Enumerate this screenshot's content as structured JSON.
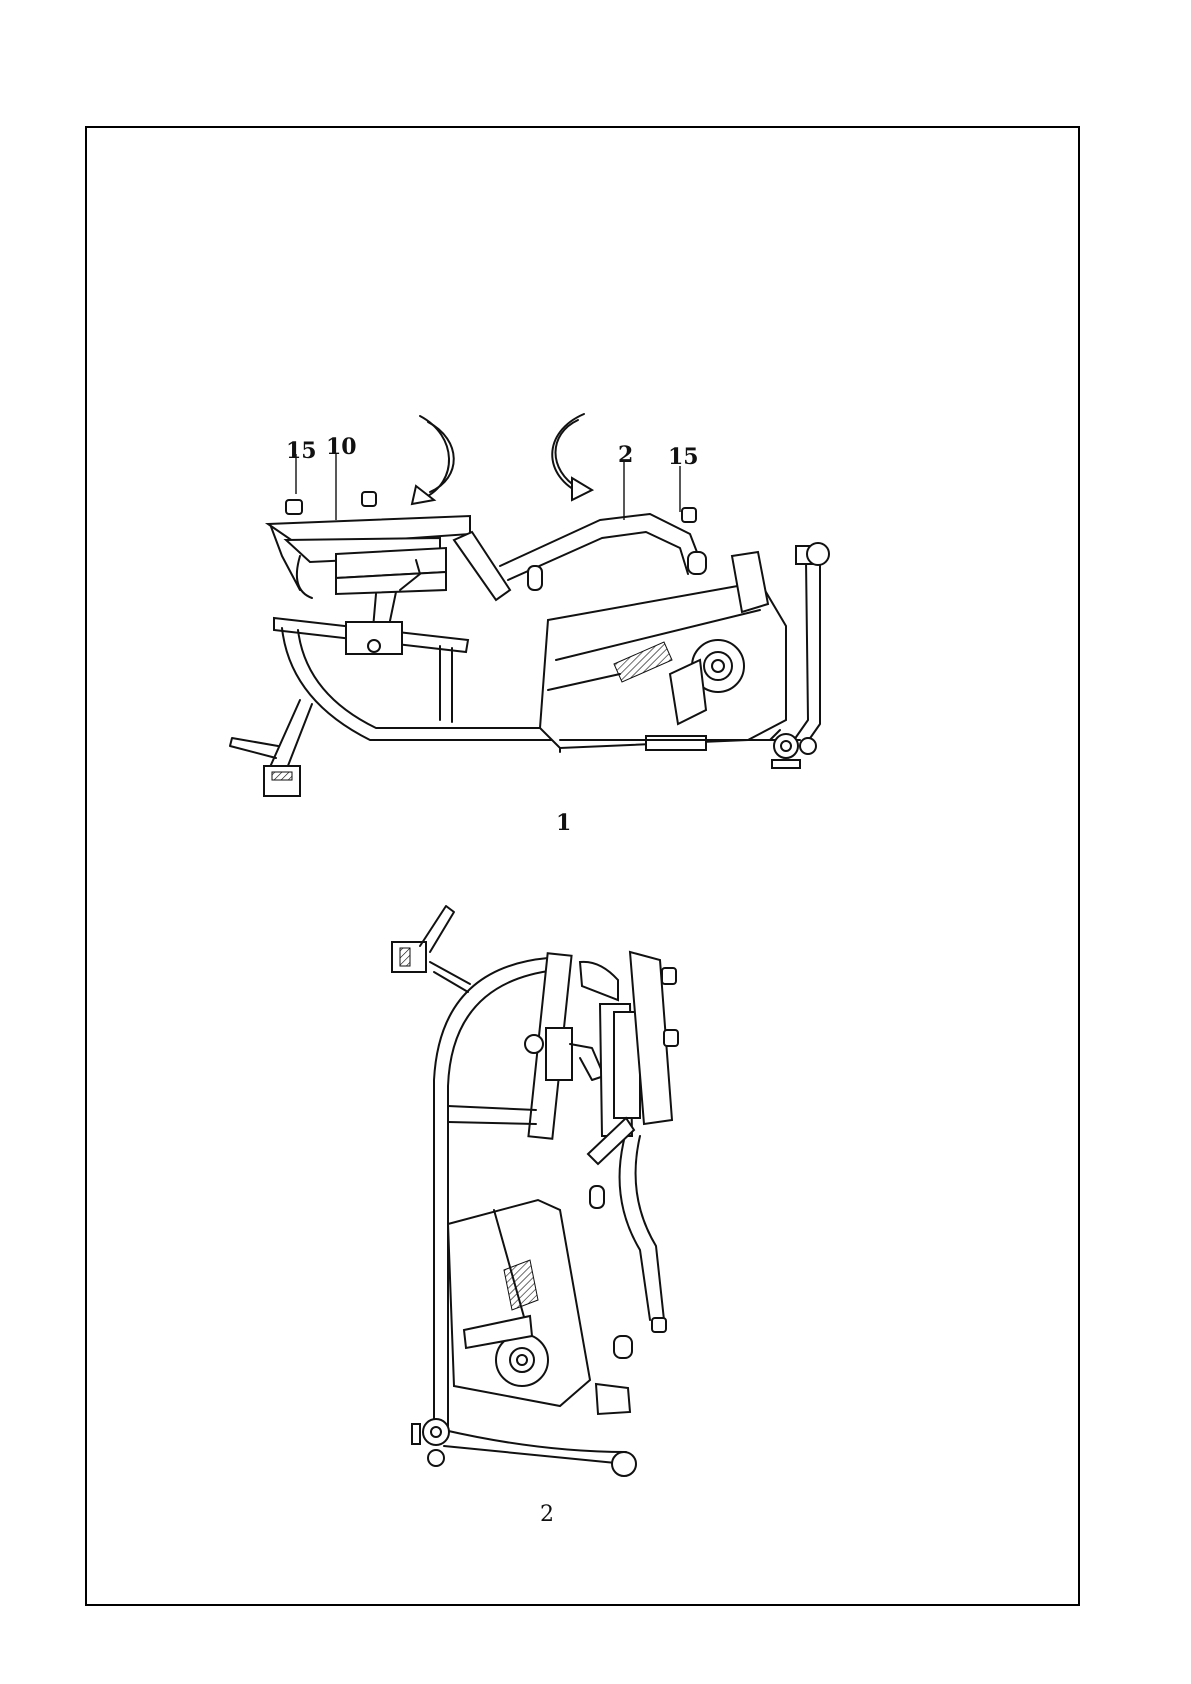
{
  "figure1": {
    "label": "1",
    "callouts": {
      "part_15_left": "15",
      "part_10": "10",
      "part_2": "2",
      "part_15_right": "15"
    }
  },
  "figure2": {
    "label": "2"
  }
}
